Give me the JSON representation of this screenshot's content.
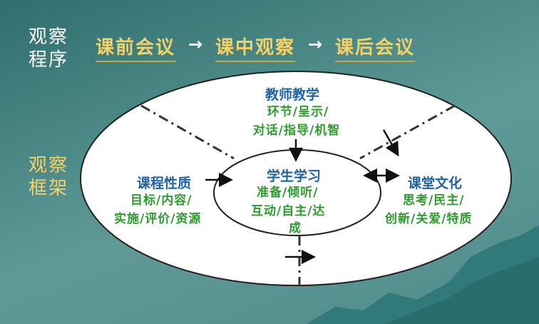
{
  "left_labels": {
    "procedure": [
      "观察",
      "程序"
    ],
    "framework": [
      "观察",
      "框架"
    ]
  },
  "procedure_steps": [
    "课前会议",
    "课中观察",
    "课后会议"
  ],
  "procedure_arrow": "→",
  "center": {
    "title": "学生学习",
    "lines": [
      "准备/倾听/",
      "互动/自主/达",
      "成"
    ]
  },
  "top": {
    "title": "教师教学",
    "lines": [
      "环节/呈示/",
      "对话/指导/机智"
    ]
  },
  "left": {
    "title": "课程性质",
    "lines": [
      "目标/内容/",
      "实施/评价/资源"
    ]
  },
  "right": {
    "title": "课堂文化",
    "lines": [
      "思考/民主/",
      "创新/关爱/特质"
    ]
  },
  "colors": {
    "background": "#4f8c8a",
    "gold": "#f2d36b",
    "blue_title": "#1f63a6",
    "green_text": "#2f9a2f"
  }
}
